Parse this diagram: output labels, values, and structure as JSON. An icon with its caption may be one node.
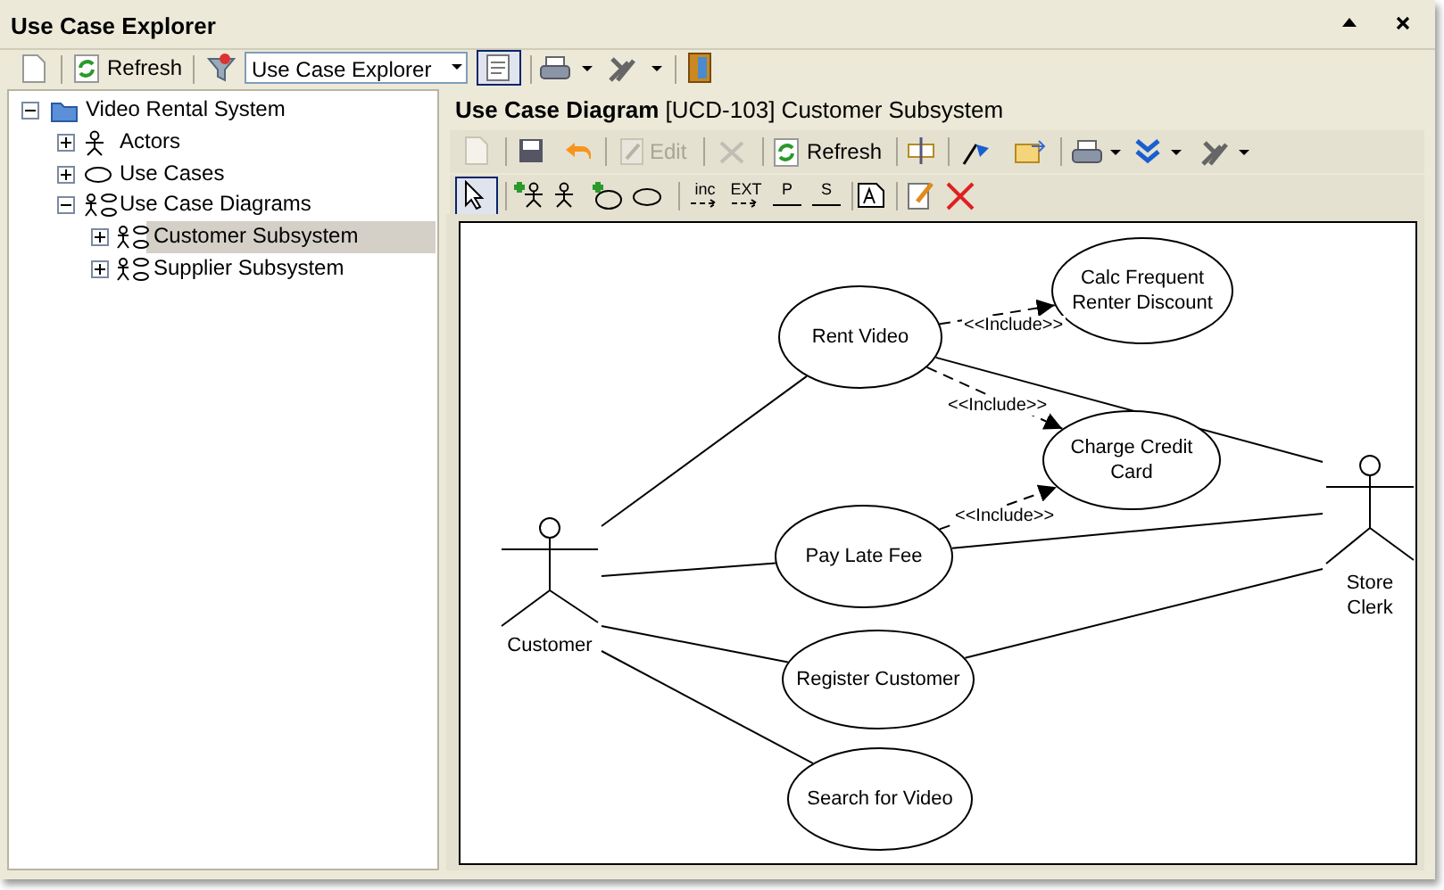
{
  "diagram": {
    "title": "Use Case Explorer",
    "nodes": [
      {
        "text": [
          "Customer"
        ]
      },
      {
        "text": [
          "Rent Video"
        ]
      },
      {
        "text": [
          "Calc Frequent Renter Discount"
        ]
      },
      {
        "text": [
          "Charge Credit Card"
        ]
      },
      {
        "text": [
          "Pay Late Fee"
        ]
      },
      {
        "text": [
          "Register Customer"
        ]
      },
      {
        "text": [
          "Search for Video"
        ]
      },
      {
        "text": [
          "Store Clerk"
        ]
      }
    ],
    "edges": [
      {
        "from": 0,
        "to": 1,
        "arrow": "none"
      },
      {
        "from": 0,
        "to": 4,
        "arrow": "none"
      },
      {
        "from": 0,
        "to": 5,
        "arrow": "none"
      },
      {
        "from": 0,
        "to": 6,
        "arrow": "none"
      },
      {
        "from": 1,
        "to": 2,
        "arrow": "to",
        "style": "dashed",
        "label": "<<Include>>"
      },
      {
        "from": 1,
        "to": 3,
        "arrow": "to",
        "style": "dashed",
        "label": "<<Include>>"
      },
      {
        "from": 4,
        "to": 3,
        "arrow": "to",
        "style": "dashed",
        "label": "<<Include>>"
      },
      {
        "from": 1,
        "to": 7,
        "arrow": "none"
      },
      {
        "from": 4,
        "to": 7,
        "arrow": "none"
      },
      {
        "from": 5,
        "to": 7,
        "arrow": "none"
      }
    ],
    "labels": [
      "Refresh",
      "Use Case Explorer",
      "Video Rental System",
      "Actors",
      "Use Cases",
      "Use Case Diagrams",
      "Customer Subsystem",
      "Supplier Subsystem",
      "**Use Case Diagram** [UCD-103] Customer Subsystem",
      "Edit",
      "Refresh",
      "inc",
      "EXT",
      "P",
      "S"
    ]
  }
}
